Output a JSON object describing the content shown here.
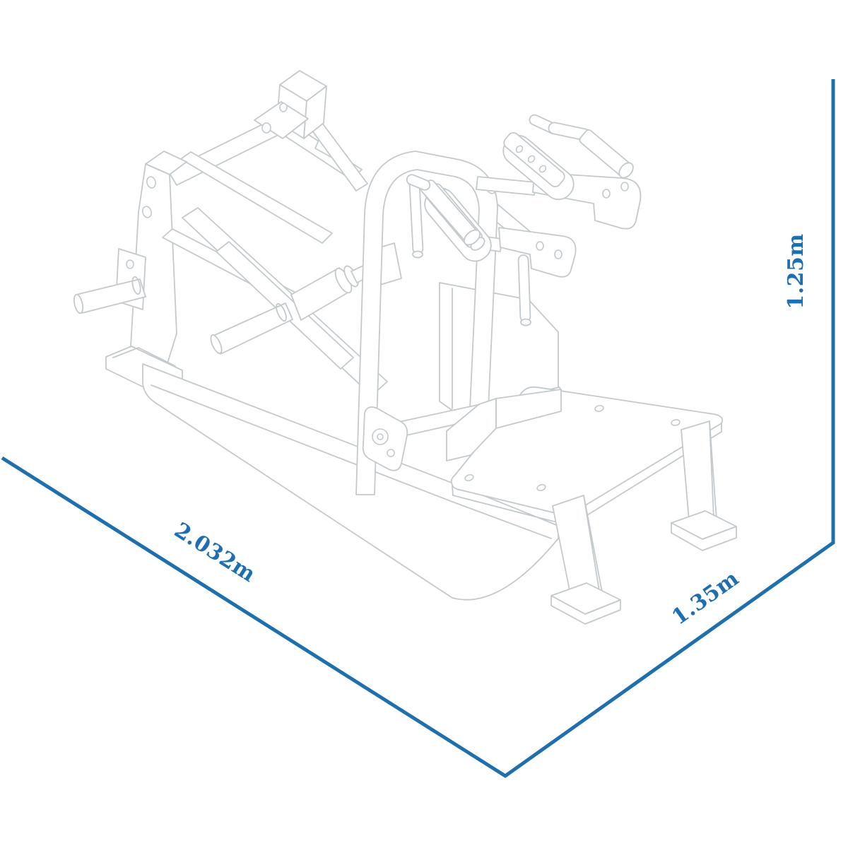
{
  "diagram": {
    "dimension_labels": {
      "length": "2.032m",
      "depth": "1.35m",
      "height": "1.25m"
    },
    "colors": {
      "dimension_line": "#1e6fad",
      "label_text": "#1d6fb2",
      "drawing_line": "#c3c9cc",
      "background": "#ffffff"
    }
  }
}
